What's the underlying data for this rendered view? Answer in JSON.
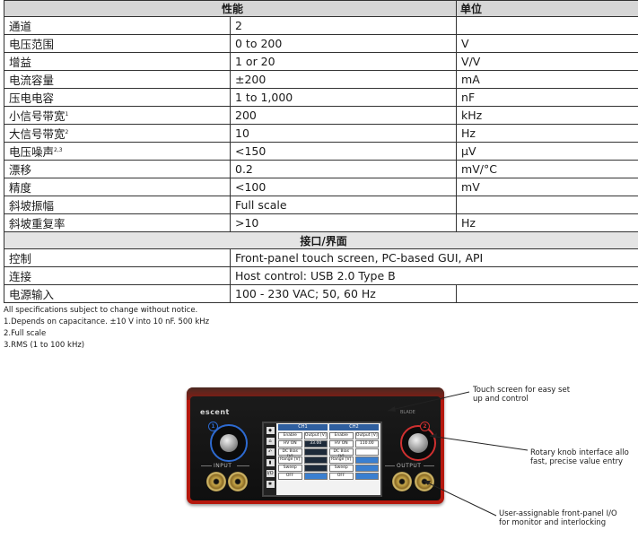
{
  "table": {
    "header": {
      "param": "性能",
      "unit": "单位"
    },
    "rows": [
      {
        "name": "通道",
        "sup": "",
        "value": "2",
        "unit": ""
      },
      {
        "name": "电压范围",
        "sup": "",
        "value": "0 to 200",
        "unit": "V"
      },
      {
        "name": "增益",
        "sup": "",
        "value": "1 or 20",
        "unit": "V/V"
      },
      {
        "name": "电流容量",
        "sup": "",
        "value": "±200",
        "unit": "mA"
      },
      {
        "name": "压电电容",
        "sup": "",
        "value": "1 to 1,000",
        "unit": "nF"
      },
      {
        "name": "小信号带宽",
        "sup": "1",
        "value": "200",
        "unit": "kHz"
      },
      {
        "name": "大信号带宽",
        "sup": "2",
        "value": "10",
        "unit": "Hz"
      },
      {
        "name": "电压噪声",
        "sup": "2,3",
        "value": "<150",
        "unit": "μV"
      },
      {
        "name": "漂移",
        "sup": "",
        "value": "0.2",
        "unit": "mV/°C"
      },
      {
        "name": "精度",
        "sup": "",
        "value": "<100",
        "unit": "mV"
      },
      {
        "name": "斜坡振幅",
        "sup": "",
        "value": "Full scale",
        "unit": ""
      },
      {
        "name": "斜坡重复率",
        "sup": "",
        "value": ">10",
        "unit": "Hz"
      }
    ],
    "interface_header": "接口/界面",
    "interface_rows": [
      {
        "name": "控制",
        "value": "Front-panel touch screen, PC-based GUI, API"
      },
      {
        "name": "连接",
        "value": "Host control: USB 2.0 Type B"
      },
      {
        "name": "电源输入",
        "value": "100 - 230 VAC; 50, 60 Hz",
        "unit": ""
      }
    ]
  },
  "notes": [
    "All specifications subject to change without notice.",
    "1.Depends on capacitance. ±10 V into 10 nF. 500 kHz",
    "2.Full scale",
    "3.RMS (1 to 100 kHz)"
  ],
  "device": {
    "brand": "escent",
    "brand_right": "BLADE",
    "input_label": "INPUT",
    "output_label": "OUTPUT",
    "screen": {
      "ch1": "CH1",
      "ch2": "CH2",
      "enable": "Enable",
      "output_label": "Output [V]",
      "hv_on": "HV ON",
      "ch1_value": "33.00",
      "ch2_value": "110.00",
      "dc_bias": "DC Bias [V]",
      "range": "Range [V]",
      "sweep": "Sweep",
      "off": "OFF"
    }
  },
  "callouts": {
    "touch": [
      "Touch screen for easy set",
      "up and control"
    ],
    "knob": [
      "Rotary knob interface allo",
      "fast, precise value entry"
    ],
    "io": [
      "User-assignable front-panel I/O",
      "for monitor and interlocking"
    ]
  }
}
